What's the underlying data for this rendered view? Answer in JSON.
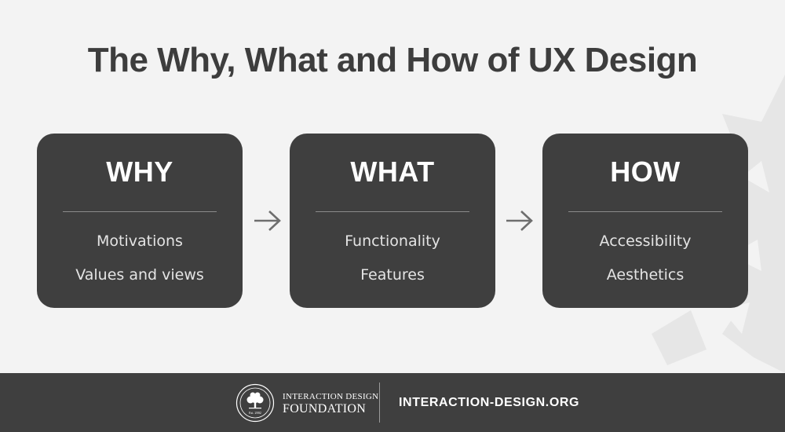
{
  "title": "The Why, What and How of UX Design",
  "cards": [
    {
      "heading": "WHY",
      "items": [
        "Motivations",
        "Values and views"
      ]
    },
    {
      "heading": "WHAT",
      "items": [
        "Functionality",
        "Features"
      ]
    },
    {
      "heading": "HOW",
      "items": [
        "Accessibility",
        "Aesthetics"
      ]
    }
  ],
  "footer": {
    "logo_line1": "INTERACTION DESIGN",
    "logo_line2": "FOUNDATION",
    "seal_text": "Est. 2002",
    "url": "INTERACTION-DESIGN.ORG"
  },
  "colors": {
    "background": "#f3f3f3",
    "card": "#3f3f3f",
    "title": "#3d3d3d",
    "arrow": "#6e6e6e"
  }
}
